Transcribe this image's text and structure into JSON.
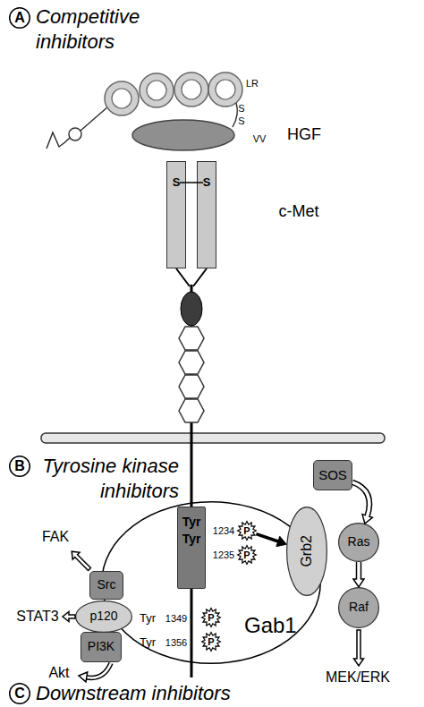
{
  "diagram": {
    "nodes": [
      {
        "text": [
          "A"
        ]
      },
      {
        "text": [
          "S"
        ]
      },
      {
        "text": [
          "S"
        ]
      },
      {
        "text": [
          "B"
        ]
      },
      {
        "text": [
          "SOS"
        ]
      },
      {
        "text": [
          "Tyr",
          "Tyr"
        ]
      },
      {
        "text": [
          "P"
        ]
      },
      {
        "text": [
          "P"
        ]
      },
      {
        "text": [
          "Grb2"
        ]
      },
      {
        "text": [
          "Ras"
        ]
      },
      {
        "text": [
          "Gab1"
        ]
      },
      {
        "text": [
          "Src"
        ]
      },
      {
        "text": [
          "p120"
        ]
      },
      {
        "text": [
          "P"
        ],
        "in": 10
      },
      {
        "text": [
          "P"
        ],
        "in": 10
      },
      {
        "text": [
          "Raf"
        ]
      },
      {
        "text": [
          "PI3K"
        ]
      },
      {
        "text": [
          "C"
        ]
      }
    ],
    "edges": [
      {
        "from": 6,
        "to": 8,
        "arrow": "to"
      },
      {
        "from": 4,
        "to": 9,
        "arrow": "to"
      },
      {
        "from": 9,
        "to": 15,
        "arrow": "to"
      }
    ],
    "labels": [
      "Competitive inhibitors",
      "LR",
      "S",
      "S",
      "HGF",
      "VV",
      "c-Met",
      "Tyrosine kinase inhibitors",
      "1234",
      "1235",
      "FAK",
      "STAT3",
      "Tyr",
      "1349",
      "Tyr",
      "1356",
      "MEK/ERK",
      "Akt",
      "Downstream inhibitors"
    ]
  }
}
